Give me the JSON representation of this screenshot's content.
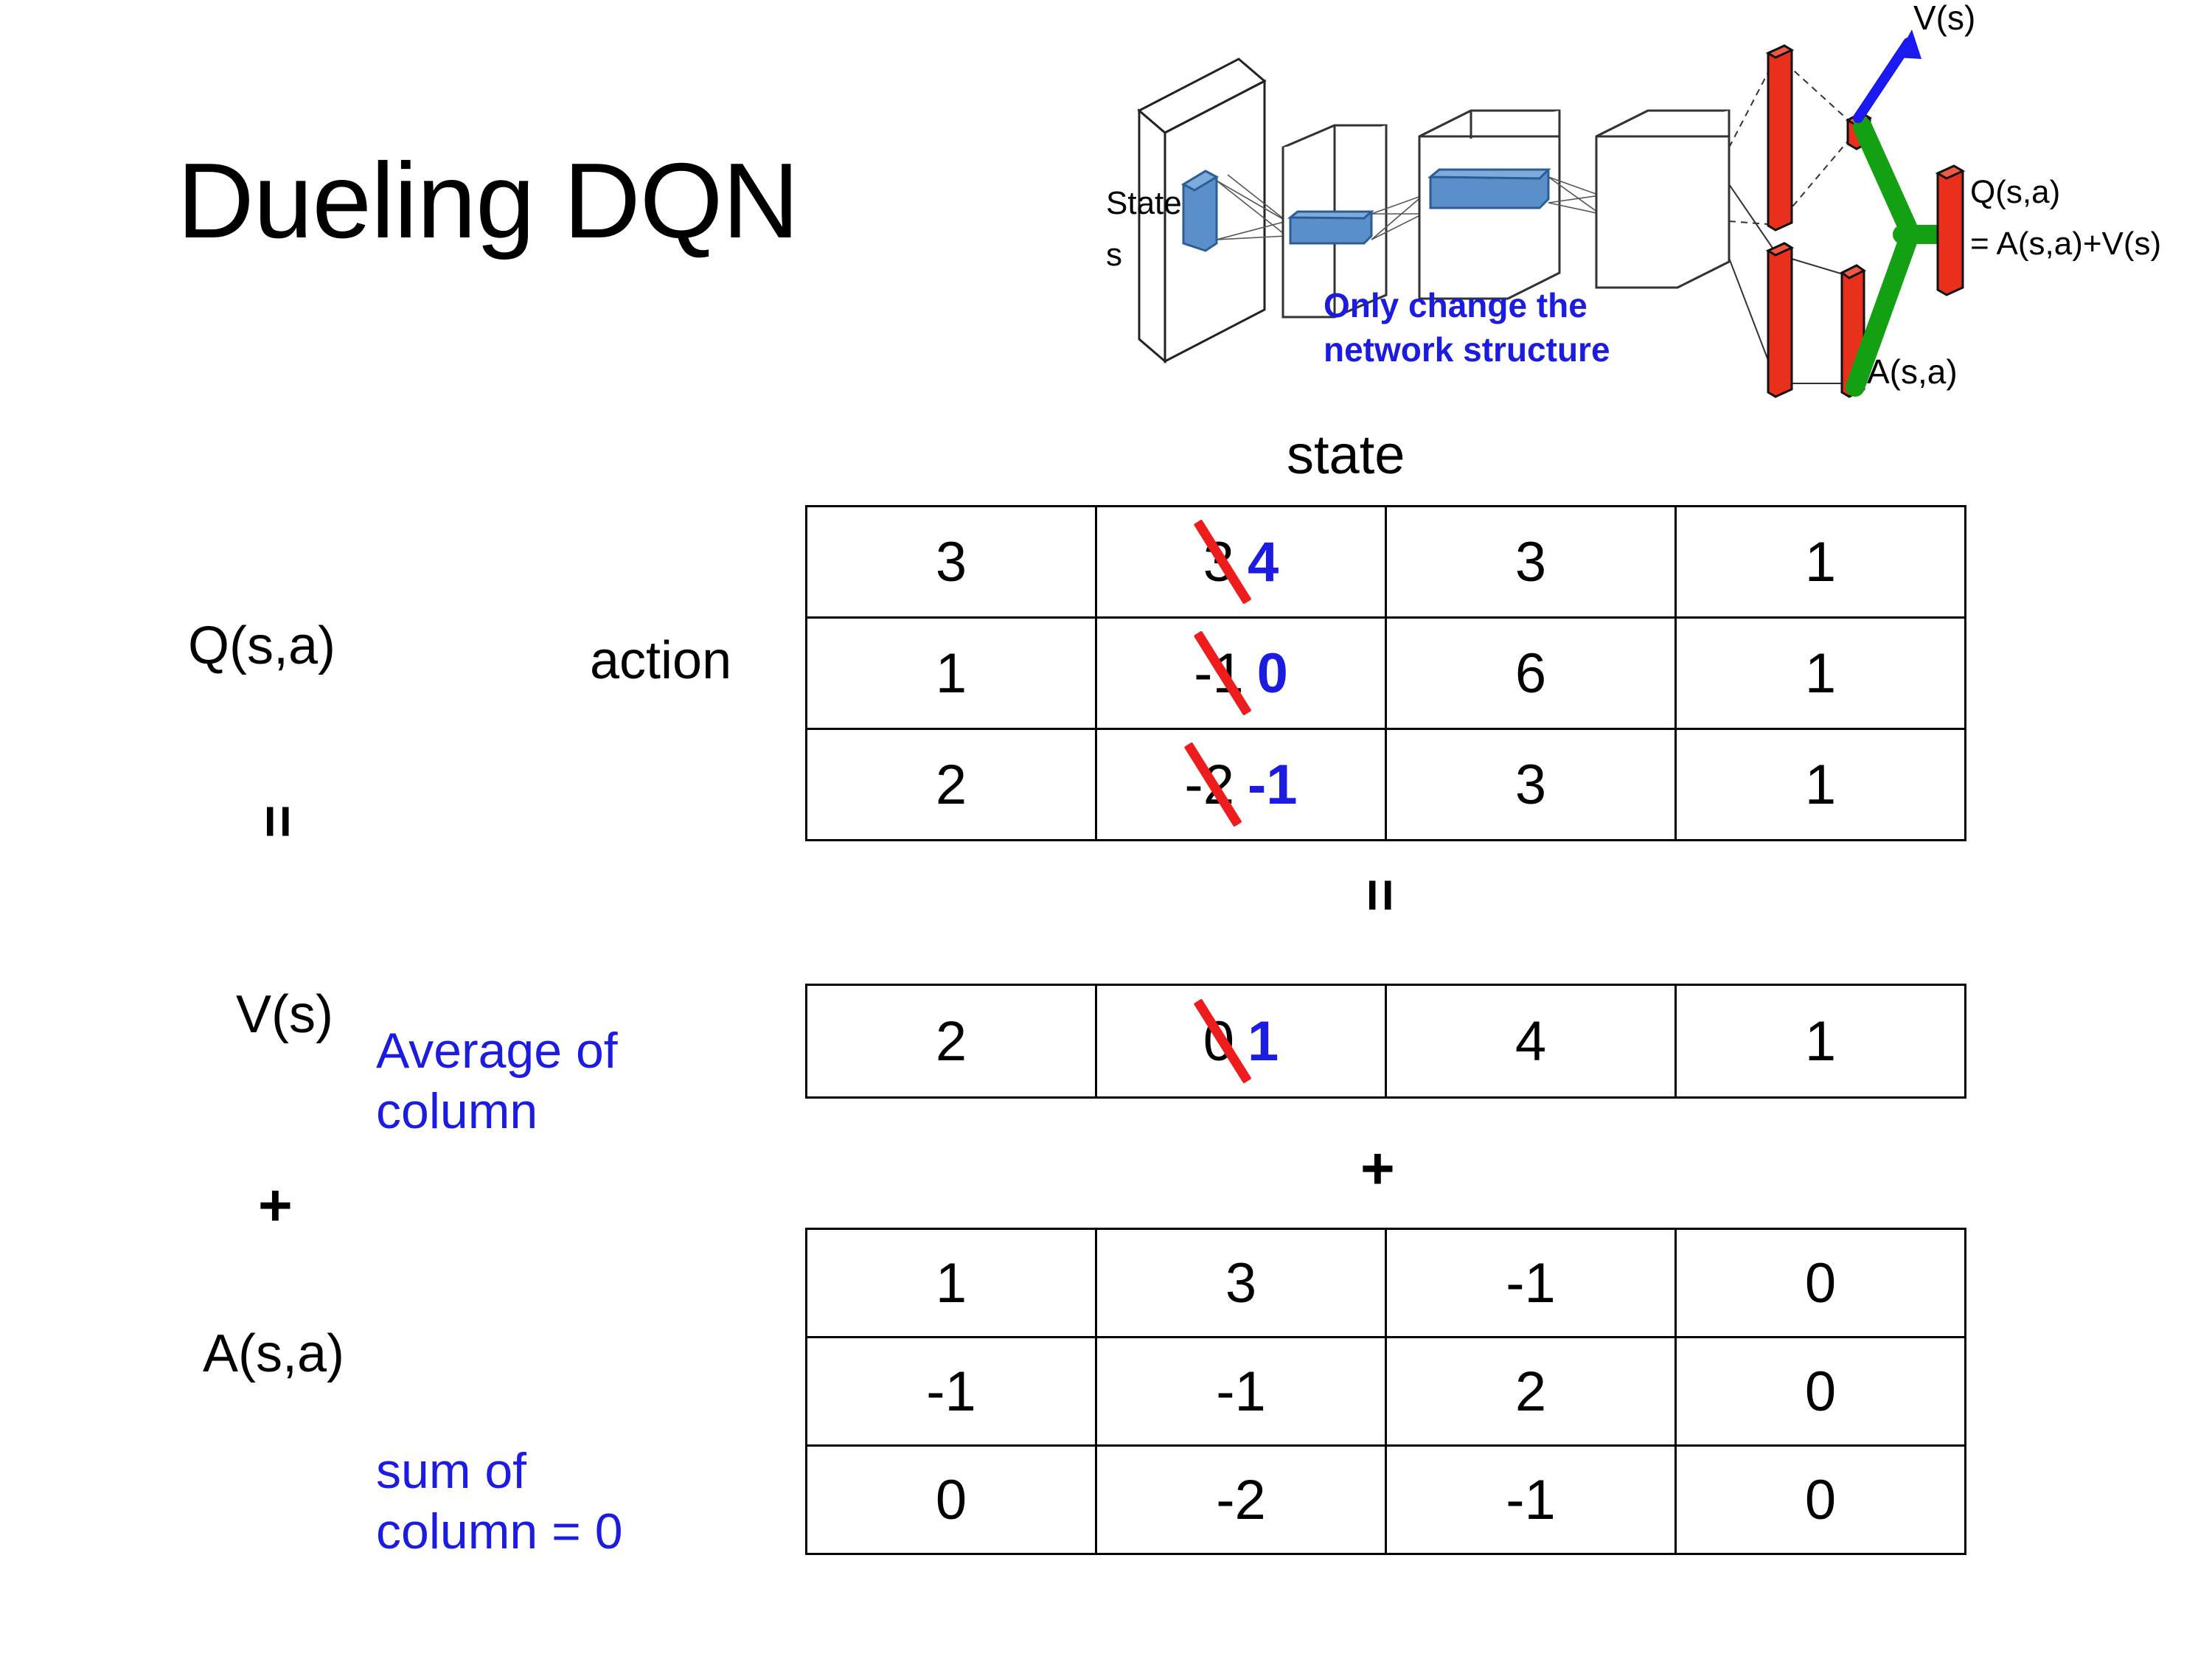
{
  "slide": {
    "title": "Dueling DQN"
  },
  "network_diagram": {
    "input_label_line1": "State",
    "input_label_line2": "s",
    "note_line1": "Only change the",
    "note_line2": "network structure",
    "value_stream_label": "V(s)",
    "advantage_stream_label": "A(s,a)",
    "output_label_line1": "Q(s,a)",
    "output_label_line2": "= A(s,a)+V(s)",
    "colors": {
      "note": "#1c1ce0",
      "arrow": "#1a1af0",
      "bar": "#e8301c",
      "merge": "#13a013",
      "conv": "#6699cc"
    }
  },
  "axes": {
    "state_header": "state",
    "action_header": "action"
  },
  "row_labels": {
    "q": "Q(s,a)",
    "v": "V(s)",
    "a": "A(s,a)",
    "eq_left": "=",
    "eq_mid": "=",
    "plus_left": "+",
    "plus_mid": "+"
  },
  "annotations": {
    "average_line1": "Average of",
    "average_line2": "column",
    "sum_line1": "sum of",
    "sum_line2": "column = 0",
    "color": "#1c1ce0"
  },
  "chart_data": {
    "type": "table",
    "title": "Dueling DQN",
    "xlabel": "state",
    "ylabel": "action",
    "tables": [
      {
        "name": "Q(s,a)",
        "rows": [
          [
            {
              "value": "3"
            },
            {
              "value": "3",
              "edited": true,
              "new_value": "4"
            },
            {
              "value": "3"
            },
            {
              "value": "1"
            }
          ],
          [
            {
              "value": "1"
            },
            {
              "value": "-1",
              "edited": true,
              "new_value": "0"
            },
            {
              "value": "6"
            },
            {
              "value": "1"
            }
          ],
          [
            {
              "value": "2"
            },
            {
              "value": "-2",
              "edited": true,
              "new_value": "-1"
            },
            {
              "value": "3"
            },
            {
              "value": "1"
            }
          ]
        ]
      },
      {
        "name": "V(s)",
        "rows": [
          [
            {
              "value": "2"
            },
            {
              "value": "0",
              "edited": true,
              "new_value": "1"
            },
            {
              "value": "4"
            },
            {
              "value": "1"
            }
          ]
        ]
      },
      {
        "name": "A(s,a)",
        "rows": [
          [
            {
              "value": "1"
            },
            {
              "value": "3"
            },
            {
              "value": "-1"
            },
            {
              "value": "0"
            }
          ],
          [
            {
              "value": "-1"
            },
            {
              "value": "-1"
            },
            {
              "value": "2"
            },
            {
              "value": "0"
            }
          ],
          [
            {
              "value": "0"
            },
            {
              "value": "-2"
            },
            {
              "value": "-1"
            },
            {
              "value": "0"
            }
          ]
        ]
      }
    ],
    "relation": "Q(s,a) = V(s) + A(s,a)",
    "notes": [
      "Average of column",
      "sum of column = 0"
    ]
  }
}
